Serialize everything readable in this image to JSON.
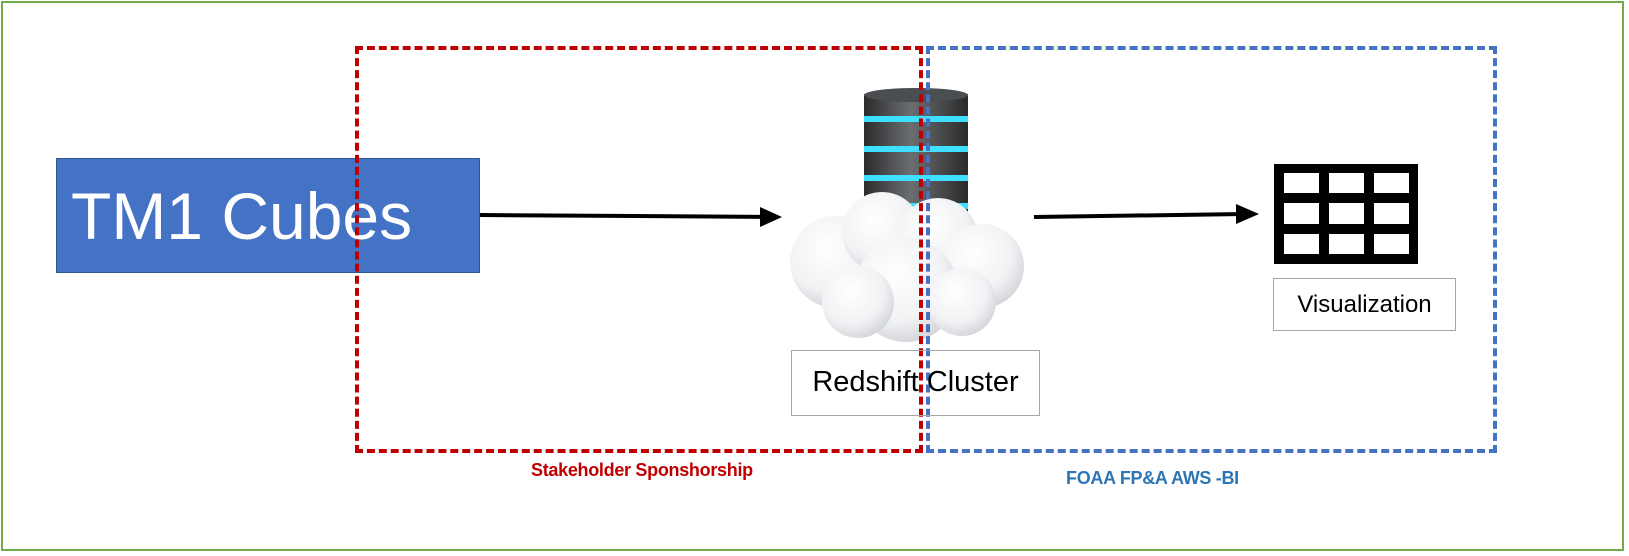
{
  "source": {
    "label": "TM1 Cubes"
  },
  "cluster": {
    "label": "Redshift Cluster",
    "icon": "database-cloud-icon"
  },
  "output": {
    "label": "Visualization",
    "icon": "table-grid-icon"
  },
  "zones": [
    {
      "label": "Stakeholder Sponshorship",
      "color": "#c00000"
    },
    {
      "label": "FOAA FP&A AWS -BI",
      "color": "#2e75b6"
    }
  ],
  "colors": {
    "frame": "#70ad47",
    "source_fill": "#4472c4",
    "accent_cyan": "#3fe0ff"
  }
}
